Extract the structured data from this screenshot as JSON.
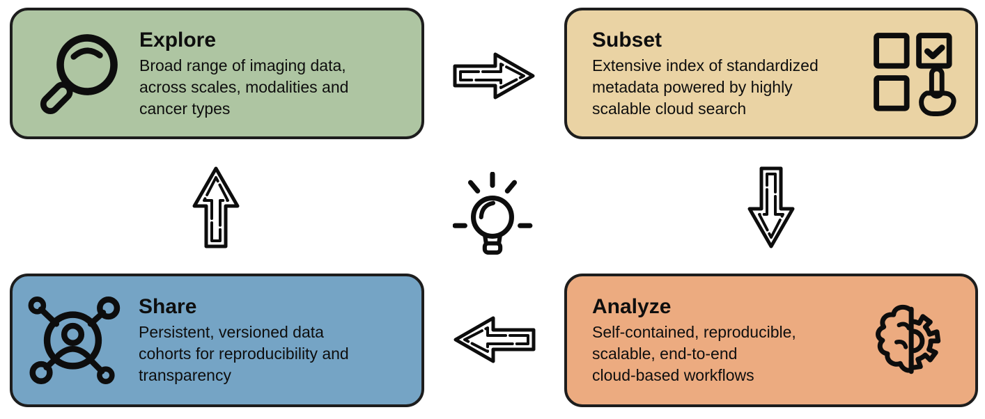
{
  "diagram": {
    "name": "imaging-data-commons-workflow-cycle",
    "center_icon": "lightbulb-icon"
  },
  "colors": {
    "explore_bg": "#aec5a2",
    "subset_bg": "#ead3a4",
    "share_bg": "#75a4c5",
    "analyze_bg": "#ecab80",
    "box_border": "#1d1d1d",
    "icon_color": "#0d0d0d",
    "canvas_bg": "#ffffff"
  },
  "boxes": {
    "explore": {
      "title": "Explore",
      "lines": [
        "Broad range of imaging data,",
        "across scales, modalities and",
        "cancer types"
      ],
      "icon": "magnifier-icon"
    },
    "subset": {
      "title": "Subset",
      "lines": [
        "Extensive index of standardized",
        "metadata powered by highly",
        "scalable cloud search"
      ],
      "icon": "checkbox-select-hand-icon"
    },
    "share": {
      "title": "Share",
      "lines": [
        "Persistent, versioned data",
        "cohorts for reproducibility and",
        "transparency"
      ],
      "icon": "network-share-icon"
    },
    "analyze": {
      "title": "Analyze",
      "lines": [
        "Self-contained, reproducible,",
        "scalable, end-to-end",
        "cloud-based workflows"
      ],
      "icon": "brain-gear-icon"
    }
  },
  "arrows": {
    "explore_to_subset": "right-arrow",
    "subset_to_analyze": "down-arrow",
    "analyze_to_share": "left-arrow",
    "share_to_explore": "up-arrow"
  }
}
